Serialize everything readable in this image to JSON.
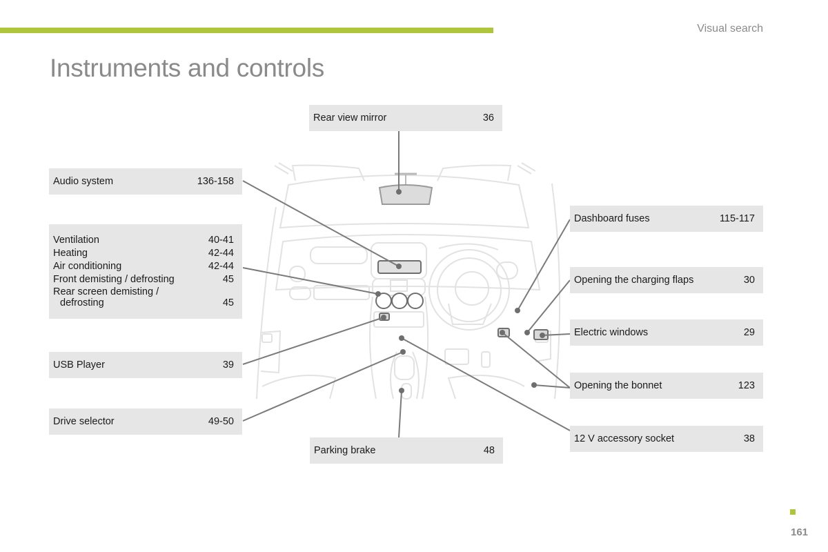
{
  "header": {
    "section": "Visual search",
    "title": "Instruments and controls"
  },
  "labels": {
    "rear_view_mirror": {
      "text": "Rear view mirror",
      "ref": "36"
    },
    "audio_system": {
      "text": "Audio system",
      "ref": "136-158"
    },
    "climate": [
      {
        "text": "Ventilation",
        "ref": "40-41"
      },
      {
        "text": "Heating",
        "ref": "42-44"
      },
      {
        "text": "Air conditioning",
        "ref": "42-44"
      },
      {
        "text": "Front demisting / defrosting",
        "ref": "45"
      },
      {
        "text": "Rear screen demisting /",
        "ref": ""
      },
      {
        "text": "defrosting",
        "ref": "45"
      }
    ],
    "usb_player": {
      "text": "USB Player",
      "ref": "39"
    },
    "drive_selector": {
      "text": "Drive selector",
      "ref": "49-50"
    },
    "parking_brake": {
      "text": "Parking brake",
      "ref": "48"
    },
    "dashboard_fuses": {
      "text": "Dashboard fuses",
      "ref": "115-117"
    },
    "charging_flaps": {
      "text": "Opening the charging flaps",
      "ref": "30"
    },
    "electric_windows": {
      "text": "Electric windows",
      "ref": "29"
    },
    "bonnet": {
      "text": "Opening the bonnet",
      "ref": "123"
    },
    "accessory_socket": {
      "text": "12 V accessory socket",
      "ref": "38"
    }
  },
  "footer": {
    "page_number": "161"
  },
  "colors": {
    "accent": "#b0c63a",
    "label_background": "#e6e6e6",
    "title_gray": "#8a8a8a",
    "leader_line": "#7a7a7a"
  }
}
